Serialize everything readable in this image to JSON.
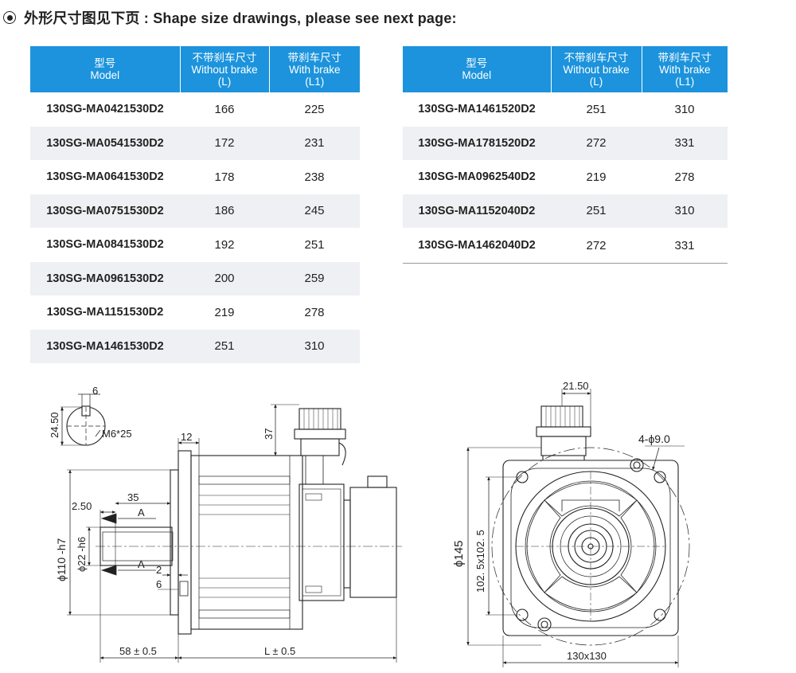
{
  "heading": {
    "text": "外形尺寸图见下页 : Shape size drawings, please see next page:"
  },
  "tables": {
    "headers": {
      "model_cn": "型号",
      "model_en": "Model",
      "without_cn": "不带刹车尺寸",
      "without_en": "Without brake",
      "without_sym": "(L)",
      "with_cn": "带刹车尺寸",
      "with_en": "With brake",
      "with_sym": "(L1)"
    },
    "left_rows": [
      {
        "model": "130SG-MA0421530D2",
        "without": "166",
        "with": "225"
      },
      {
        "model": "130SG-MA0541530D2",
        "without": "172",
        "with": "231"
      },
      {
        "model": "130SG-MA0641530D2",
        "without": "178",
        "with": "238"
      },
      {
        "model": "130SG-MA0751530D2",
        "without": "186",
        "with": "245"
      },
      {
        "model": "130SG-MA0841530D2",
        "without": "192",
        "with": "251"
      },
      {
        "model": "130SG-MA0961530D2",
        "without": "200",
        "with": "259"
      },
      {
        "model": "130SG-MA1151530D2",
        "without": "219",
        "with": "278"
      },
      {
        "model": "130SG-MA1461530D2",
        "without": "251",
        "with": "310"
      }
    ],
    "right_rows": [
      {
        "model": "130SG-MA1461520D2",
        "without": "251",
        "with": "310"
      },
      {
        "model": "130SG-MA1781520D2",
        "without": "272",
        "with": "331"
      },
      {
        "model": "130SG-MA0962540D2",
        "without": "219",
        "with": "278"
      },
      {
        "model": "130SG-MA1152040D2",
        "without": "251",
        "with": "310"
      },
      {
        "model": "130SG-MA1462040D2",
        "without": "272",
        "with": "331"
      }
    ]
  },
  "side_view": {
    "keyway_width": "6",
    "keyway_depth": "24.50",
    "thread": "M6*25",
    "flange_thickness": "12",
    "connector_height": "37",
    "key_length": "35",
    "key_offset": "2.50",
    "section_mark": "A",
    "shaft_diameter": "ϕ22 -h6",
    "spigot_diameter": "ϕ110 -h7",
    "spigot_step": "2",
    "spigot_length": "6",
    "shaft_length": "58 ± 0.5",
    "body_length": "L ± 0.5"
  },
  "front_view": {
    "connector_offset": "21.50",
    "holes": "4-ϕ9.0",
    "pcd": "ϕ145",
    "hole_spacing": "102. 5x102. 5",
    "flange_size": "130x130"
  }
}
